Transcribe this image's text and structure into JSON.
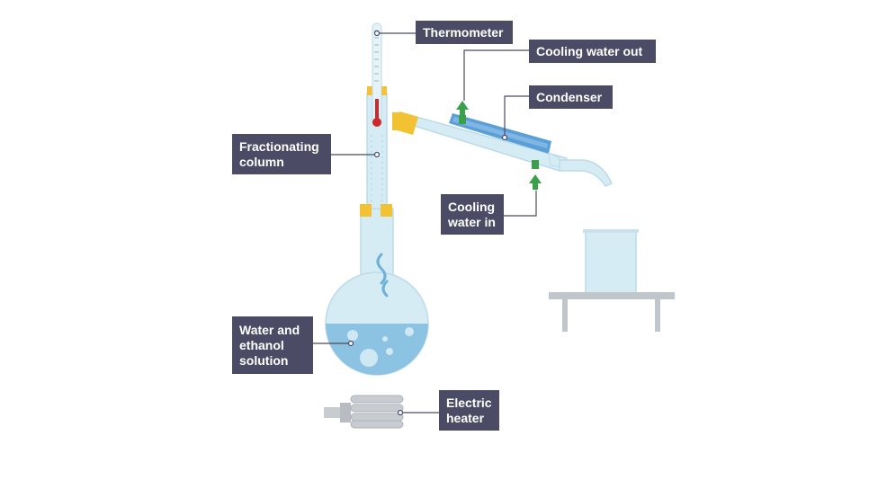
{
  "labels": {
    "thermometer": "Thermometer",
    "cooling_water_out": "Cooling water out",
    "condenser": "Condenser",
    "fractionating_column": "Fractionating\ncolumn",
    "cooling_water_in": "Cooling\nwater in",
    "water_ethanol_solution": "Water and\nethanol\nsolution",
    "electric_heater": "Electric\nheater"
  },
  "colors": {
    "label_bg": "#4b4b66",
    "glass": "#d6ecf5",
    "glass_edge": "#bcdbe8",
    "liquid": "#8cc3e2",
    "condenser_jacket": "#5b9fd8",
    "stopper": "#f2c232",
    "arrow_green": "#3aa14a",
    "thermometer_red": "#cc2a2a",
    "bench": "#bfc7cc",
    "heater": "#c8cbd0"
  }
}
